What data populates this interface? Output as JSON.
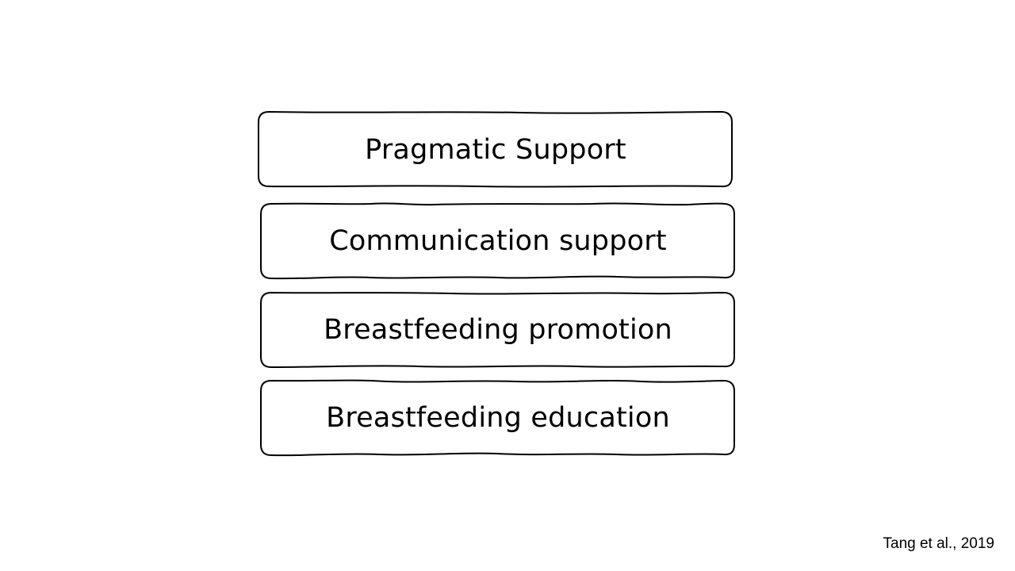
{
  "slide": {
    "boxes": [
      {
        "label": "Pragmatic Support"
      },
      {
        "label": "Communication support"
      },
      {
        "label": "Breastfeeding promotion"
      },
      {
        "label": "Breastfeeding education"
      }
    ],
    "citation": "Tang et al., 2019"
  }
}
